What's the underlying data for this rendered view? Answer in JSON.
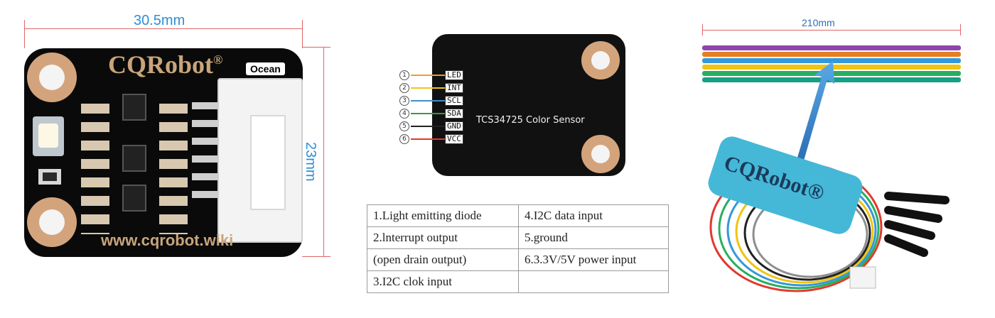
{
  "board": {
    "width_label": "30.5mm",
    "height_label": "23mm",
    "brand": "CQRobot",
    "registered_mark": "®",
    "edition": "Ocean",
    "website": "www.cqrobot.wiki"
  },
  "sensor": {
    "title": "TCS34725 Color Sensor",
    "pins": [
      {
        "num": "1",
        "label": "LED",
        "color": "#f29a33"
      },
      {
        "num": "2",
        "label": "INT",
        "color": "#f2c31c"
      },
      {
        "num": "3",
        "label": "SCL",
        "color": "#3f8fd1"
      },
      {
        "num": "4",
        "label": "SDA",
        "color": "#2e9e3e"
      },
      {
        "num": "5",
        "label": "GND",
        "color": "#222222"
      },
      {
        "num": "6",
        "label": "VCC",
        "color": "#e03a2f"
      }
    ]
  },
  "spec_table": {
    "rows": [
      [
        "1.Light emitting diode",
        "4.I2C data input"
      ],
      [
        "2.lnterrupt output",
        "5.ground"
      ],
      [
        "(open drain output)",
        "6.3.3V/5V power input"
      ],
      [
        "3.I2C clok input",
        ""
      ]
    ]
  },
  "cable": {
    "length_label": "210mm",
    "strap_brand": "CQRobot®",
    "wire_colors": [
      "#8e44ad",
      "#e67e22",
      "#3498db",
      "#f1c40f",
      "#27ae60",
      "#16a085"
    ]
  }
}
